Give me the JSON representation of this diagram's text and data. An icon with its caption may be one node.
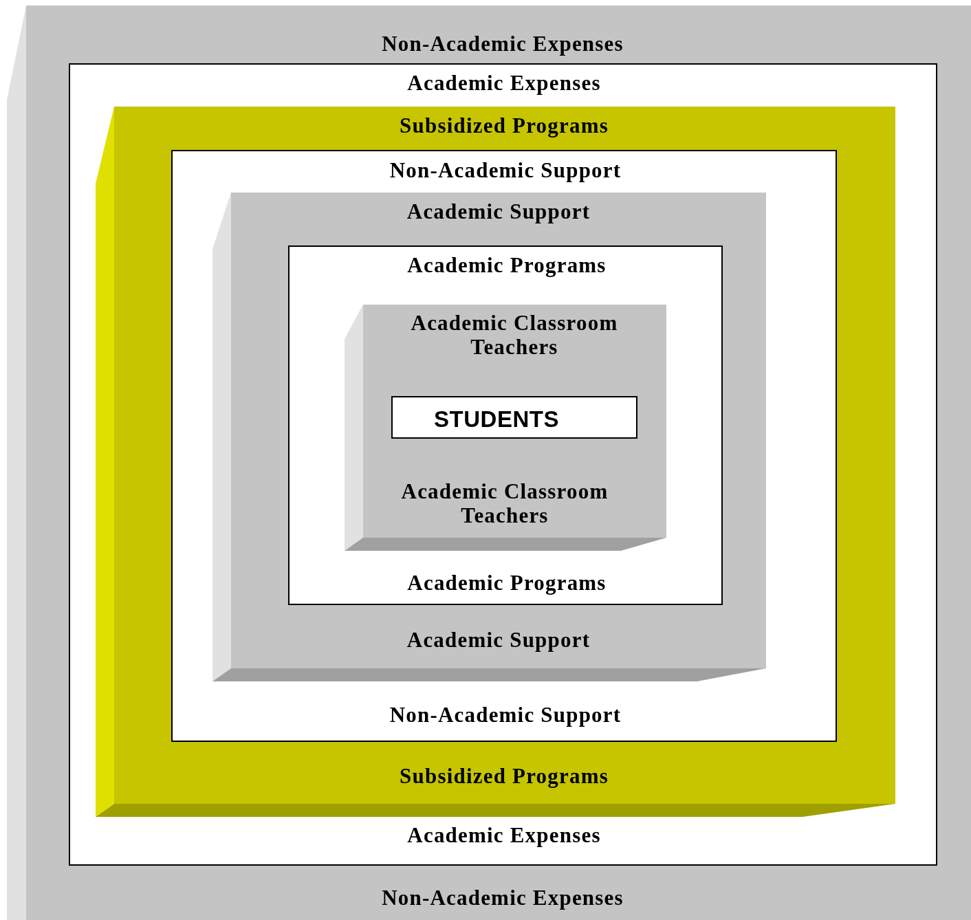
{
  "diagram": {
    "nodes": [
      {
        "text": [
          "Non-Academic Expenses",
          "Non-Academic Expenses"
        ]
      },
      {
        "text": [
          "Academic Expenses",
          "Academic Expenses"
        ],
        "in": 0
      },
      {
        "text": [
          "Subsidized Programs",
          "Subsidized Programs"
        ],
        "in": 1
      },
      {
        "text": [
          "Non-Academic Support",
          "Non-Academic Support"
        ],
        "in": 2
      },
      {
        "text": [
          "Academic Support",
          "Academic Support"
        ],
        "in": 3
      },
      {
        "text": [
          "Academic Programs",
          "Academic Programs"
        ],
        "in": 4
      },
      {
        "text": [
          "Academic Classroom Teachers",
          "Academic Classroom Teachers"
        ],
        "in": 5
      },
      {
        "text": [
          "STUDENTS"
        ],
        "in": 6
      }
    ],
    "edges": []
  }
}
